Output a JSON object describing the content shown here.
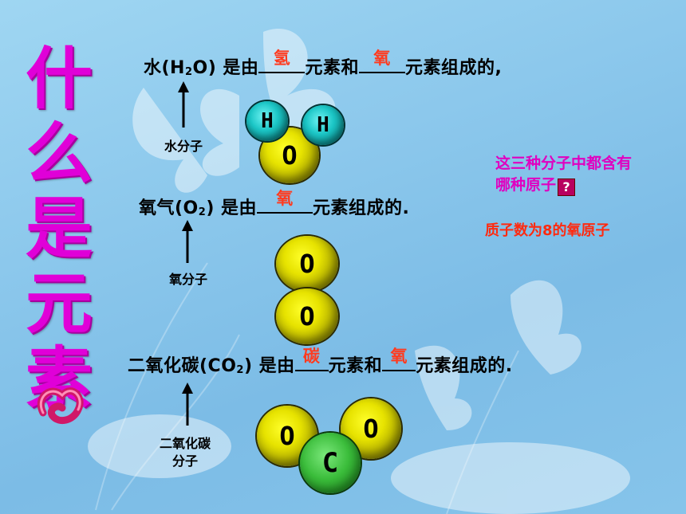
{
  "slide": {
    "title_chars": [
      "什",
      "么",
      "是",
      "元",
      "素"
    ],
    "water": {
      "pre": "水(H",
      "sub": "2",
      "post": "O) 是由",
      "blank1": "氢",
      "mid": "元素和",
      "blank2": "氧",
      "end": "元素组成的,",
      "molecule_label": "水分子",
      "atoms": [
        "H",
        "H",
        "O"
      ]
    },
    "oxygen": {
      "pre": "氧气(O",
      "sub": "2",
      "post": ") 是由",
      "blank1": "氧",
      "end": "元素组成的.",
      "molecule_label": "氧分子",
      "atoms": [
        "O",
        "O"
      ]
    },
    "co2": {
      "pre": "二氧化碳(CO",
      "sub": "2",
      "post": ") 是由",
      "blank1": "碳",
      "mid": "元素和",
      "blank2": "氧",
      "end": "元素组成的.",
      "molecule_label_line1": "二氧化碳",
      "molecule_label_line2": "分子",
      "atoms": [
        "O",
        "O",
        "C"
      ]
    },
    "question": {
      "line1": "这三种分子中都含有",
      "line2": "哪种原子",
      "mark": "?"
    },
    "answer": "质子数为8的氧原子",
    "colors": {
      "title": "#e000d8",
      "answer_fill": "#ff3b1f",
      "question": "#e000c0",
      "oxygen_atom": "#e7e300",
      "hydrogen_atom": "#1cc6c6",
      "carbon_atom": "#3bbd3b"
    }
  }
}
